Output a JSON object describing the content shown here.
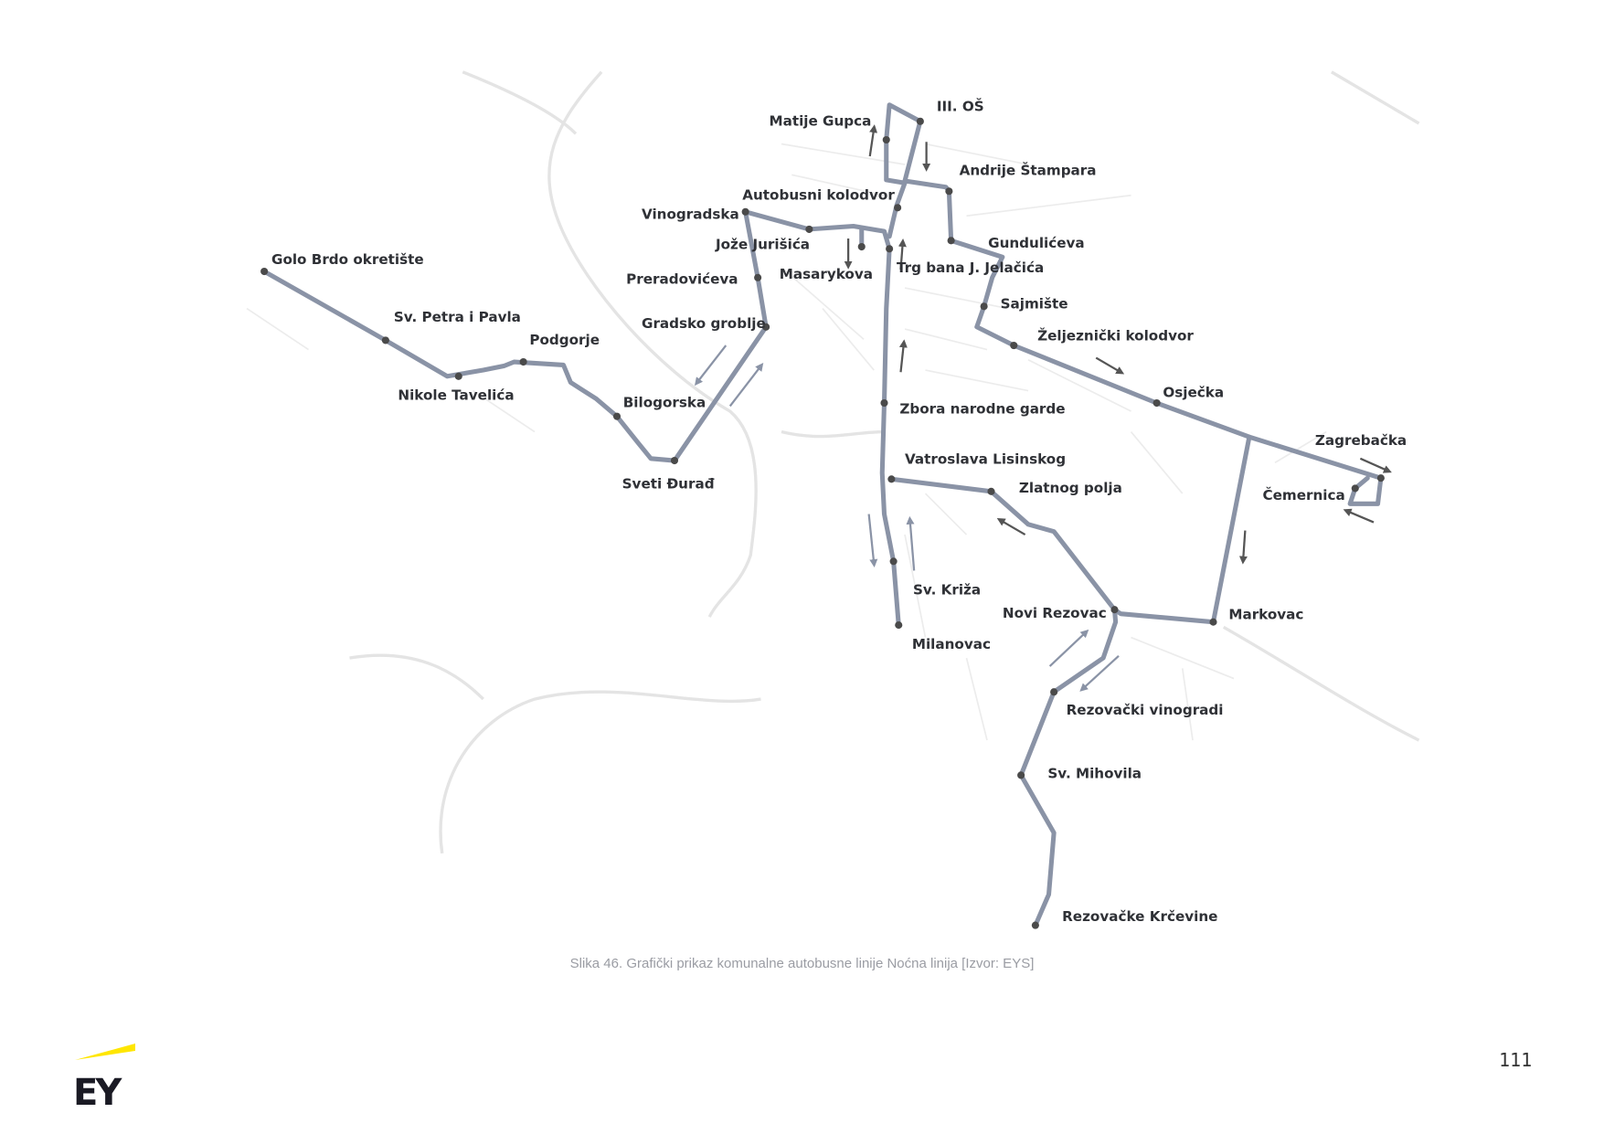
{
  "map": {
    "route_color": "#8a93a6",
    "stop_color": "#4a4a4a",
    "stops": [
      {
        "name": "Golo Brdo okretište"
      },
      {
        "name": "Sv. Petra i Pavla"
      },
      {
        "name": "Nikole Tavelića"
      },
      {
        "name": "Podgorje"
      },
      {
        "name": "Bilogorska"
      },
      {
        "name": "Sveti Đurađ"
      },
      {
        "name": "Gradsko groblje"
      },
      {
        "name": "Preradovićeva"
      },
      {
        "name": "Vinogradska"
      },
      {
        "name": "Jože Jurišića"
      },
      {
        "name": "Autobusni kolodvor"
      },
      {
        "name": "Masarykova"
      },
      {
        "name": "Trg bana J. Jelačića"
      },
      {
        "name": "Matije Gupca"
      },
      {
        "name": "III. OŠ"
      },
      {
        "name": "Andrije Štampara"
      },
      {
        "name": "Gundulićeva"
      },
      {
        "name": "Sajmište"
      },
      {
        "name": "Željeznički kolodvor"
      },
      {
        "name": "Osječka"
      },
      {
        "name": "Zagrebačka"
      },
      {
        "name": "Čemernica"
      },
      {
        "name": "Markovac"
      },
      {
        "name": "Novi Rezovac"
      },
      {
        "name": "Zlatnog polja"
      },
      {
        "name": "Vatroslava Lisinskog"
      },
      {
        "name": "Zbora narodne garde"
      },
      {
        "name": "Sv. Križa"
      },
      {
        "name": "Milanovac"
      },
      {
        "name": "Rezovački vinogradi"
      },
      {
        "name": "Sv. Mihovila"
      },
      {
        "name": "Rezovačke Krčevine"
      }
    ]
  },
  "caption": "Slika 46. Grafički prikaz komunalne autobusne linije Noćna linija [Izvor: EYS]",
  "page_number": "111",
  "logo": {
    "text": "EY",
    "accent": "#ffe600"
  }
}
